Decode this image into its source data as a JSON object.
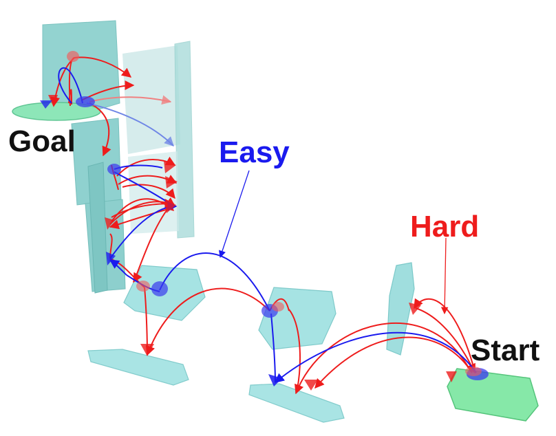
{
  "labels": {
    "goal": "Goal",
    "start": "Start",
    "easy": "Easy",
    "hard": "Hard"
  },
  "colors": {
    "easy": "#1a1aee",
    "hard": "#ee1c1c",
    "platform": "#a6e3e3",
    "platform_edge": "#7fcaca",
    "wall": "#8fd1cf",
    "ghost_wall": "#c8e6e6",
    "goal_pad": "#8de6b8",
    "start_pad": "#86e8a8"
  }
}
